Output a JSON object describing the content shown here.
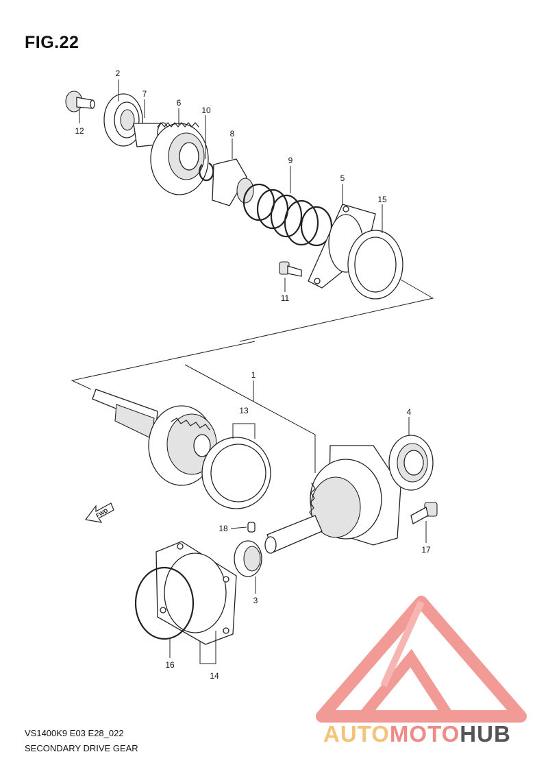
{
  "figure": {
    "title": "FIG.22",
    "model_code": "VS1400K9 E03 E28_022",
    "name": "SECONDARY DRIVE GEAR"
  },
  "direction_arrow": {
    "label": "FWD"
  },
  "callouts": [
    {
      "id": "1",
      "label": "1"
    },
    {
      "id": "2",
      "label": "2"
    },
    {
      "id": "3",
      "label": "3"
    },
    {
      "id": "4",
      "label": "4"
    },
    {
      "id": "5",
      "label": "5"
    },
    {
      "id": "6",
      "label": "6"
    },
    {
      "id": "7",
      "label": "7"
    },
    {
      "id": "8",
      "label": "8"
    },
    {
      "id": "9",
      "label": "9"
    },
    {
      "id": "10",
      "label": "10"
    },
    {
      "id": "11",
      "label": "11"
    },
    {
      "id": "12",
      "label": "12"
    },
    {
      "id": "13",
      "label": "13"
    },
    {
      "id": "14",
      "label": "14"
    },
    {
      "id": "15",
      "label": "15"
    },
    {
      "id": "16",
      "label": "16"
    },
    {
      "id": "17",
      "label": "17"
    },
    {
      "id": "18",
      "label": "18"
    }
  ],
  "watermark": {
    "word_part1": "AUTO",
    "word_part2": "MOTO",
    "word_part3": "HUB",
    "colors": {
      "auto": "#f5c27a",
      "moto": "#f08a84",
      "hub": "#555555",
      "logo": "#f08a84"
    }
  }
}
